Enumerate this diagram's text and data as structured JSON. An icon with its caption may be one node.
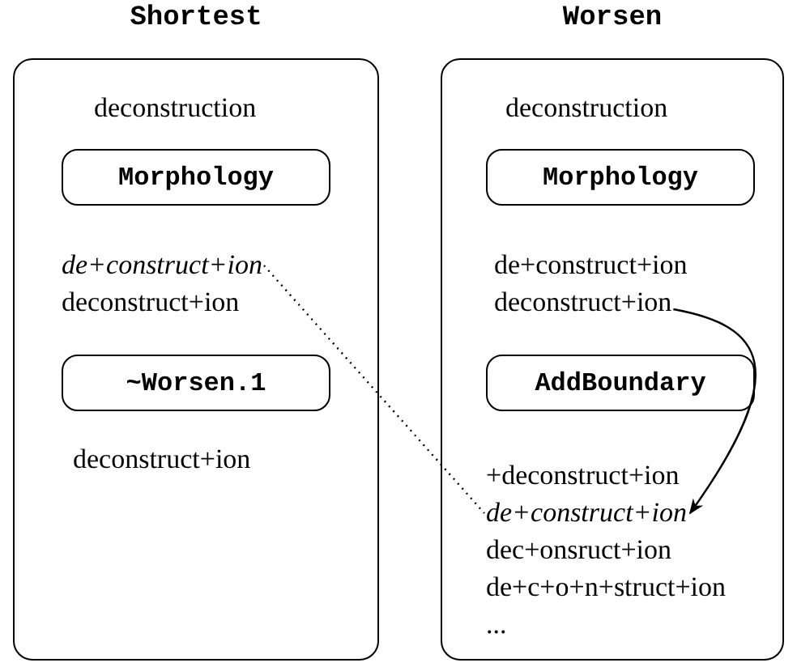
{
  "diagram": {
    "nodes": [
      {
        "text": [
          "Shortest"
        ]
      },
      {
        "text": [
          "Morphology"
        ],
        "in": 0
      },
      {
        "text": [
          "de+construct+ion"
        ],
        "in": 0
      },
      {
        "text": [
          "~Worsen.1"
        ],
        "in": 0
      },
      {
        "text": [
          "Worsen"
        ]
      },
      {
        "text": [
          "Morphology"
        ],
        "in": 4
      },
      {
        "text": [
          "deconstruct+ion"
        ],
        "in": 4
      },
      {
        "text": [
          "AddBoundary"
        ],
        "in": 4
      },
      {
        "text": [
          "de+construct+ion"
        ],
        "in": 4
      }
    ],
    "edges": [
      {
        "from": 2,
        "to": 8,
        "arrow": "none",
        "style": "dashed"
      },
      {
        "from": 6,
        "to": 8,
        "arrow": "to"
      }
    ],
    "labels": [
      "deconstruction",
      "deconstruct+ion",
      "deconstruct+ion",
      "deconstruction",
      "de+construct+ion",
      "+deconstruct+ion",
      "dec+onsruct+ion",
      "de+c+o+n+struct+ion",
      "..."
    ]
  }
}
